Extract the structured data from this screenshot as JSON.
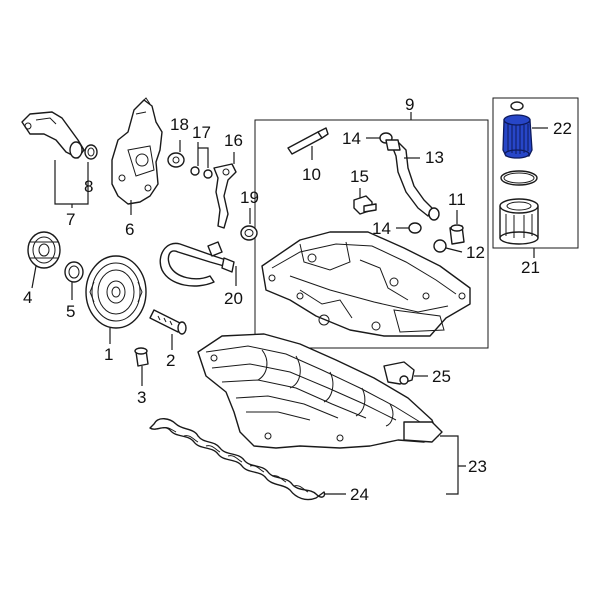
{
  "diagram": {
    "callouts": [
      {
        "id": "1",
        "text": "1"
      },
      {
        "id": "2",
        "text": "2"
      },
      {
        "id": "3",
        "text": "3"
      },
      {
        "id": "4",
        "text": "4"
      },
      {
        "id": "5",
        "text": "5"
      },
      {
        "id": "6",
        "text": "6"
      },
      {
        "id": "7",
        "text": "7"
      },
      {
        "id": "8",
        "text": "8"
      },
      {
        "id": "9",
        "text": "9"
      },
      {
        "id": "10",
        "text": "10"
      },
      {
        "id": "11",
        "text": "11"
      },
      {
        "id": "12",
        "text": "12"
      },
      {
        "id": "13",
        "text": "13"
      },
      {
        "id": "14a",
        "text": "14"
      },
      {
        "id": "14b",
        "text": "14"
      },
      {
        "id": "15",
        "text": "15"
      },
      {
        "id": "16",
        "text": "16"
      },
      {
        "id": "17",
        "text": "17"
      },
      {
        "id": "18",
        "text": "18"
      },
      {
        "id": "19",
        "text": "19"
      },
      {
        "id": "20",
        "text": "20"
      },
      {
        "id": "21",
        "text": "21"
      },
      {
        "id": "22",
        "text": "22"
      },
      {
        "id": "23",
        "text": "23"
      },
      {
        "id": "24",
        "text": "24"
      },
      {
        "id": "25",
        "text": "25"
      }
    ],
    "highlighted_part": "22",
    "highlight_color": "#2746c8"
  }
}
